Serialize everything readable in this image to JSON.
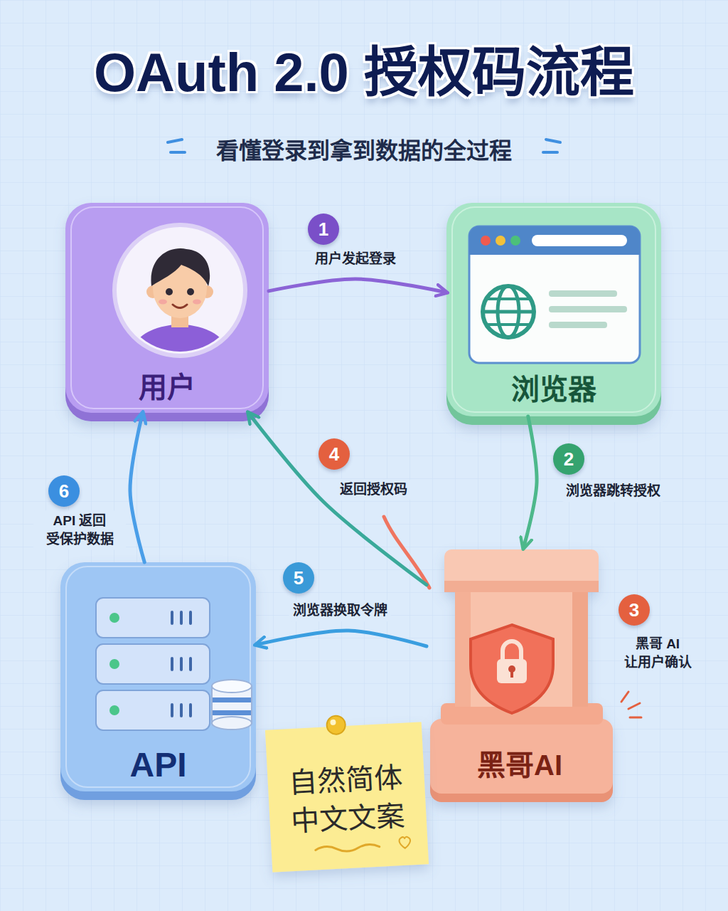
{
  "diagram": {
    "title": "OAuth 2.0 授权码流程",
    "caption": "看懂登录到拿到数据的全过程",
    "nodes": [
      {
        "text": [
          "用户"
        ]
      },
      {
        "text": [
          "浏览器"
        ]
      },
      {
        "text": [
          "API"
        ]
      },
      {
        "text": [
          "黑哥AI"
        ]
      },
      {
        "text": [
          "自然简体 中文文案"
        ]
      }
    ],
    "edges": [
      {
        "from": 0,
        "to": 1,
        "label": "用户发起登录",
        "arrow": "to"
      },
      {
        "from": 1,
        "to": 3,
        "label": "浏览器跳转授权",
        "arrow": "to"
      },
      {
        "from": 3,
        "to": 0,
        "label": "返回授权码",
        "arrow": "to"
      },
      {
        "from": 3,
        "to": 2,
        "label": "浏览器换取令牌",
        "arrow": "to"
      },
      {
        "from": 2,
        "to": 0,
        "label": "API 返回 受保护数据",
        "arrow": "to"
      }
    ],
    "labels": [
      "1",
      "2",
      "3",
      "黑哥 AI 让用户确认",
      "4",
      "5",
      "6"
    ]
  }
}
